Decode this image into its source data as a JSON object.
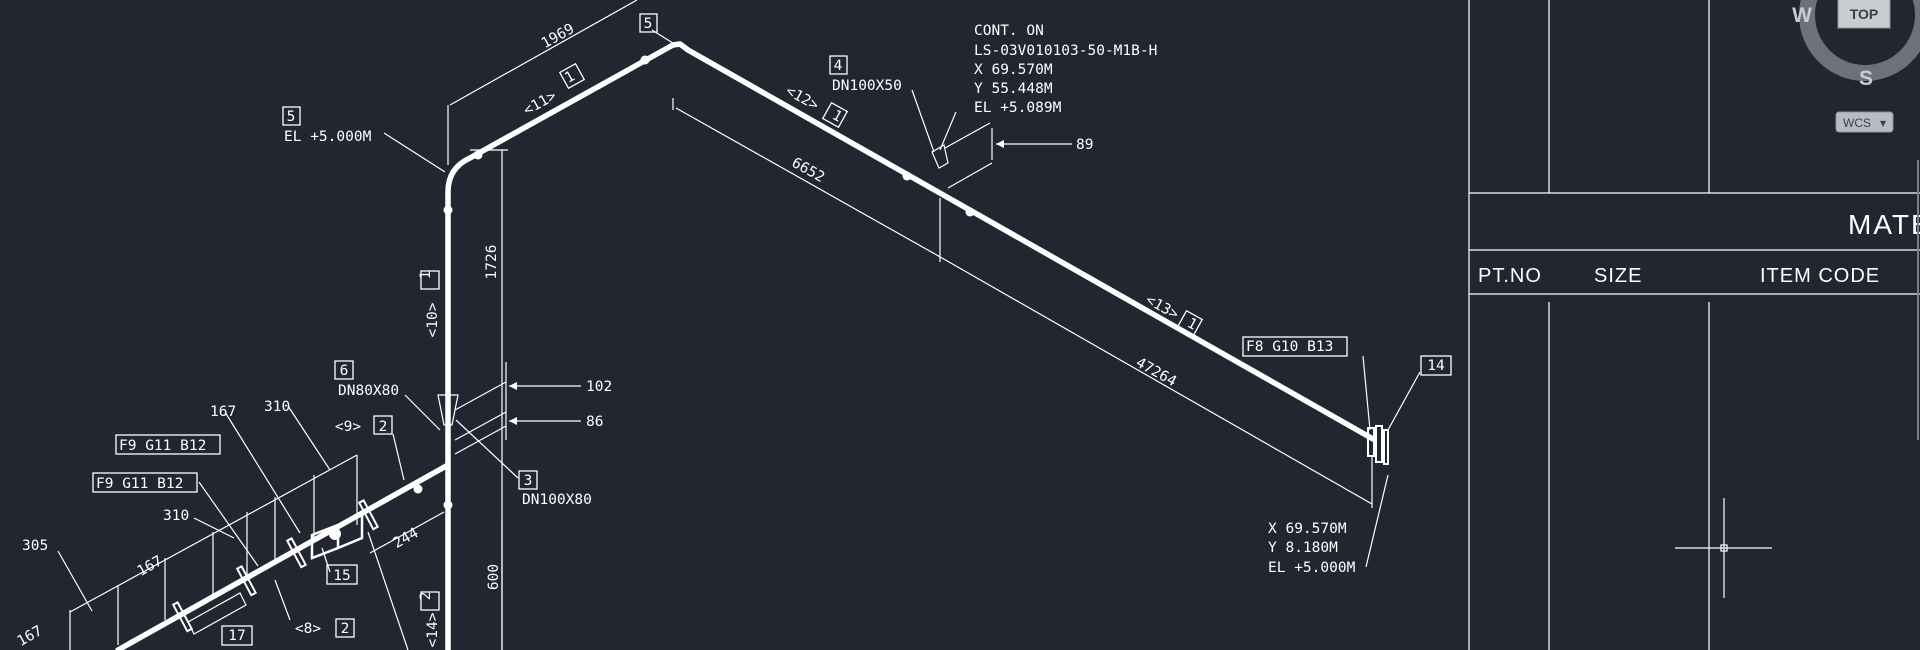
{
  "drawing": {
    "tag_5_top": "5",
    "dim_1969": "1969",
    "seg_11": "<11>",
    "seg_11_box": "1",
    "tag_5_left": "5",
    "el_5000_left": "EL +5.000M",
    "dim_1726": "1726",
    "seg_10": "<10>",
    "seg_10_box": "1",
    "tag_4": "4",
    "dn100x50": "DN100X50",
    "cont_on": "CONT. ON",
    "cont_ref": "LS-03V010103-50-M1B-H",
    "cont_x": "X 69.570M",
    "cont_y": "Y 55.448M",
    "cont_el": "EL +5.089M",
    "dim_89": "89",
    "seg_12": "<12>",
    "seg_12_box": "1",
    "dim_6652": "6652",
    "seg_13": "<13>",
    "seg_13_box": "1",
    "f8_label": "F8 G10 B13",
    "tag_14_right": "14",
    "dim_47264": "47264",
    "end_x": "X 69.570M",
    "end_y": "Y 8.180M",
    "end_el": "EL +5.000M",
    "tag_6": "6",
    "dn80x80": "DN80X80",
    "dim_102": "102",
    "dim_86": "86",
    "tag_3": "3",
    "dn100x80": "DN100X80",
    "dim_167_a": "167",
    "dim_310_a": "310",
    "seg_9": "<9>",
    "seg_9_box": "2",
    "f9_label_1": "F9 G11 B12",
    "f9_label_2": "F9 G11 B12",
    "dim_310_b": "310",
    "dim_305": "305",
    "dim_167_b": "167",
    "dim_167_c": "167",
    "dim_244": "244",
    "tag_15": "15",
    "seg_8": "<8>",
    "seg_8_box": "2",
    "tag_17": "17",
    "dim_600": "600",
    "seg_14": "<14>",
    "seg_14_box": "2"
  },
  "table": {
    "title": "MATE",
    "col_pt": "PT.NO",
    "col_size": "SIZE",
    "col_code": "ITEM CODE"
  },
  "viewcube": {
    "top": "TOP",
    "west": "W",
    "south": "S",
    "wcs": "WCS",
    "wcs_arrow": "▾"
  },
  "colors": {
    "background": "#212630",
    "linework": "#ffffff",
    "viewcube": "#6d7178"
  }
}
